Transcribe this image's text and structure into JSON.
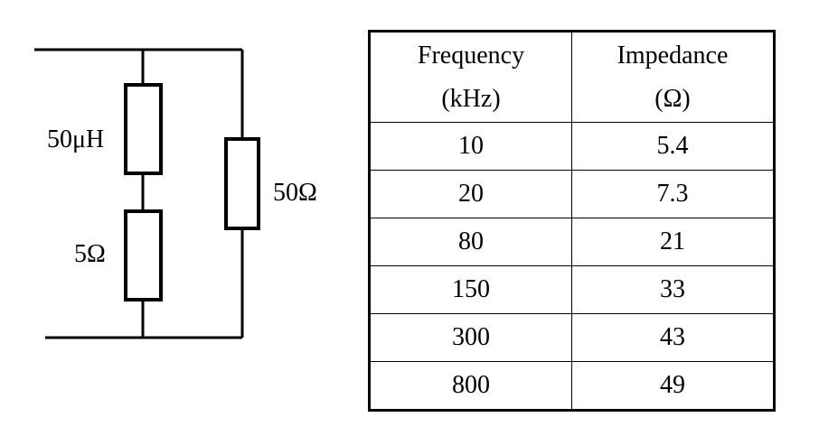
{
  "circuit": {
    "inductor_label": "50μH",
    "series_resistor_label": "5Ω",
    "shunt_resistor_label": "50Ω"
  },
  "table": {
    "headers": [
      {
        "line1": "Frequency",
        "line2": "(kHz)"
      },
      {
        "line1": "Impedance",
        "line2": "(Ω)"
      }
    ],
    "rows": [
      [
        "10",
        "5.4"
      ],
      [
        "20",
        "7.3"
      ],
      [
        "80",
        "21"
      ],
      [
        "150",
        "33"
      ],
      [
        "300",
        "43"
      ],
      [
        "800",
        "49"
      ]
    ]
  }
}
